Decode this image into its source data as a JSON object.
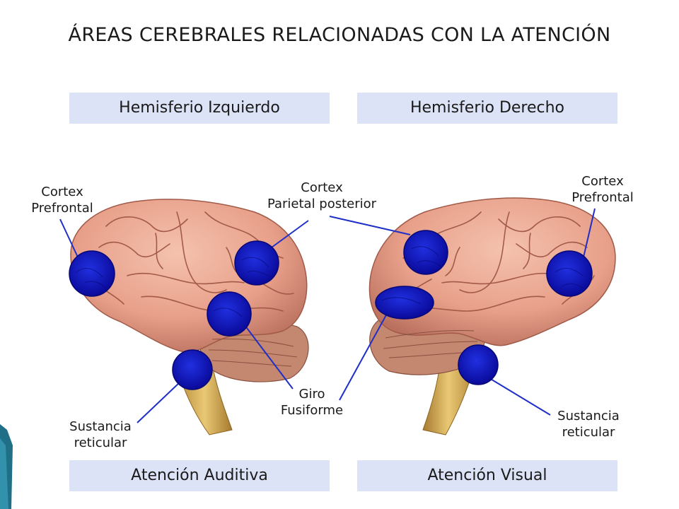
{
  "title": "ÁREAS CEREBRALES RELACIONADAS CON LA ATENCIÓN",
  "banners": {
    "left_top": "Hemisferio Izquierdo",
    "right_top": "Hemisferio Derecho",
    "left_bottom": "Atención Auditiva",
    "right_bottom": "Atención Visual"
  },
  "labels": {
    "left_prefrontal": "Cortex\nPrefrontal",
    "parietal": "Cortex\nParietal posterior",
    "right_prefrontal": "Cortex\nPrefrontal",
    "fusiforme": "Giro\nFusiforme",
    "left_reticular": "Sustancia\nreticular",
    "right_reticular": "Sustancia\nreticular"
  },
  "colors": {
    "marker": "#0a14c8",
    "brain": "#e8a08a",
    "cerebellum": "#c48870",
    "brainstem": "#d9b25a",
    "banner": "#dde3f7",
    "leader": "#1f2fc8"
  }
}
